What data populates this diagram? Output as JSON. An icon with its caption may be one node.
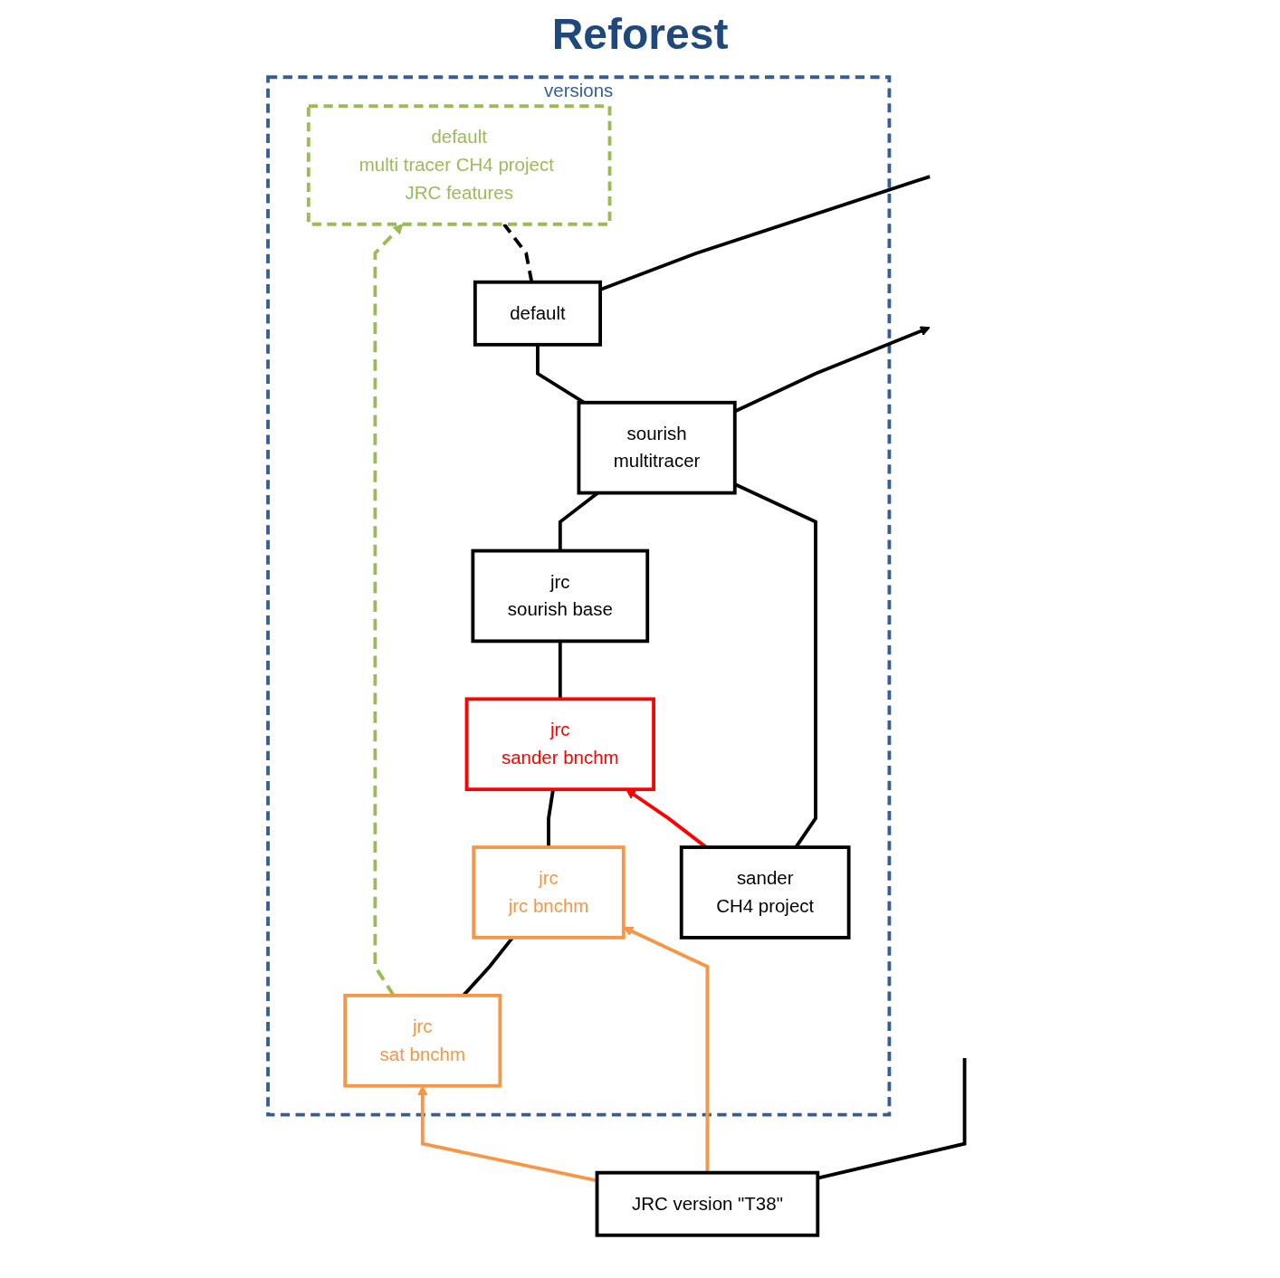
{
  "diagram": {
    "title": "Reforest",
    "nodes": [
      {
        "text": [
          "versions"
        ]
      },
      {
        "text": [
          "default",
          "multi tracer CH4 project JRC features"
        ],
        "in": 0
      },
      {
        "text": [
          "jrc",
          "sat bnchm"
        ],
        "in": 0
      },
      {
        "text": [
          "jrc",
          "jrc bnchm"
        ],
        "in": 0
      },
      {
        "text": [
          "jrc",
          "sander bnchm"
        ],
        "in": 0
      },
      {
        "text": [
          "jrc",
          "sourish base"
        ],
        "in": 0
      },
      {
        "text": [
          "default"
        ],
        "in": 0
      },
      {
        "text": [
          "sourish",
          "multitracer"
        ],
        "in": 0
      },
      {
        "text": [
          "sander",
          "CH4 project"
        ],
        "in": 0
      },
      {
        "text": [
          "JRC version \"T38\""
        ]
      }
    ],
    "edges": [
      {
        "from": 7,
        "to": null,
        "arrow": "to"
      },
      {
        "from": 5,
        "to": 7,
        "arrow": "none"
      },
      {
        "from": 4,
        "to": 5,
        "arrow": "none"
      },
      {
        "from": 3,
        "to": 4,
        "arrow": "none"
      },
      {
        "from": 2,
        "to": 3,
        "arrow": "none"
      },
      {
        "from": 2,
        "to": 1,
        "arrow": "to",
        "style": "dashed",
        "color": "#9bbb59"
      },
      {
        "from": 6,
        "to": 1,
        "arrow": "none",
        "style": "dashed"
      },
      {
        "from": 8,
        "to": 4,
        "arrow": "to",
        "color": "#ff0000"
      },
      {
        "from": 9,
        "to": 3,
        "arrow": "to",
        "color": "#f79646"
      },
      {
        "from": 9,
        "to": 2,
        "arrow": "to",
        "color": "#f79646"
      },
      {
        "from": 8,
        "to": 7,
        "arrow": "none"
      },
      {
        "from": 7,
        "to": 6,
        "arrow": "none"
      },
      {
        "from": 6,
        "to": null,
        "arrow": "none"
      },
      {
        "from": 9,
        "to": null,
        "arrow": "none"
      }
    ]
  }
}
